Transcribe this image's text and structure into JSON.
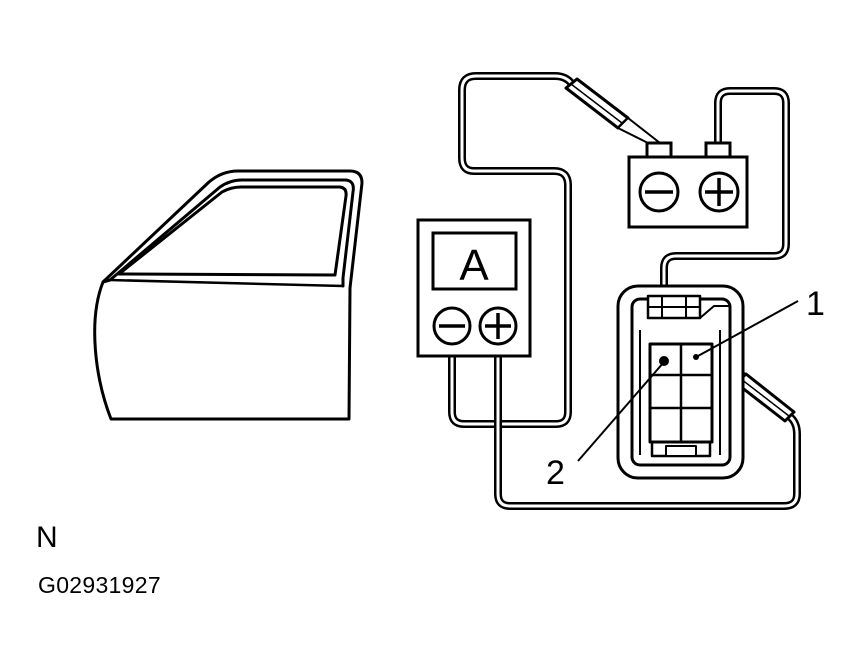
{
  "diagram": {
    "meter_label": "A",
    "meter_terminals": {
      "negative": "−",
      "positive": "+"
    },
    "battery_terminals": {
      "negative": "−",
      "positive": "+"
    },
    "callouts": {
      "one": "1",
      "two": "2"
    }
  },
  "captions": {
    "view_letter": "N",
    "figure_code": "G02931927"
  }
}
